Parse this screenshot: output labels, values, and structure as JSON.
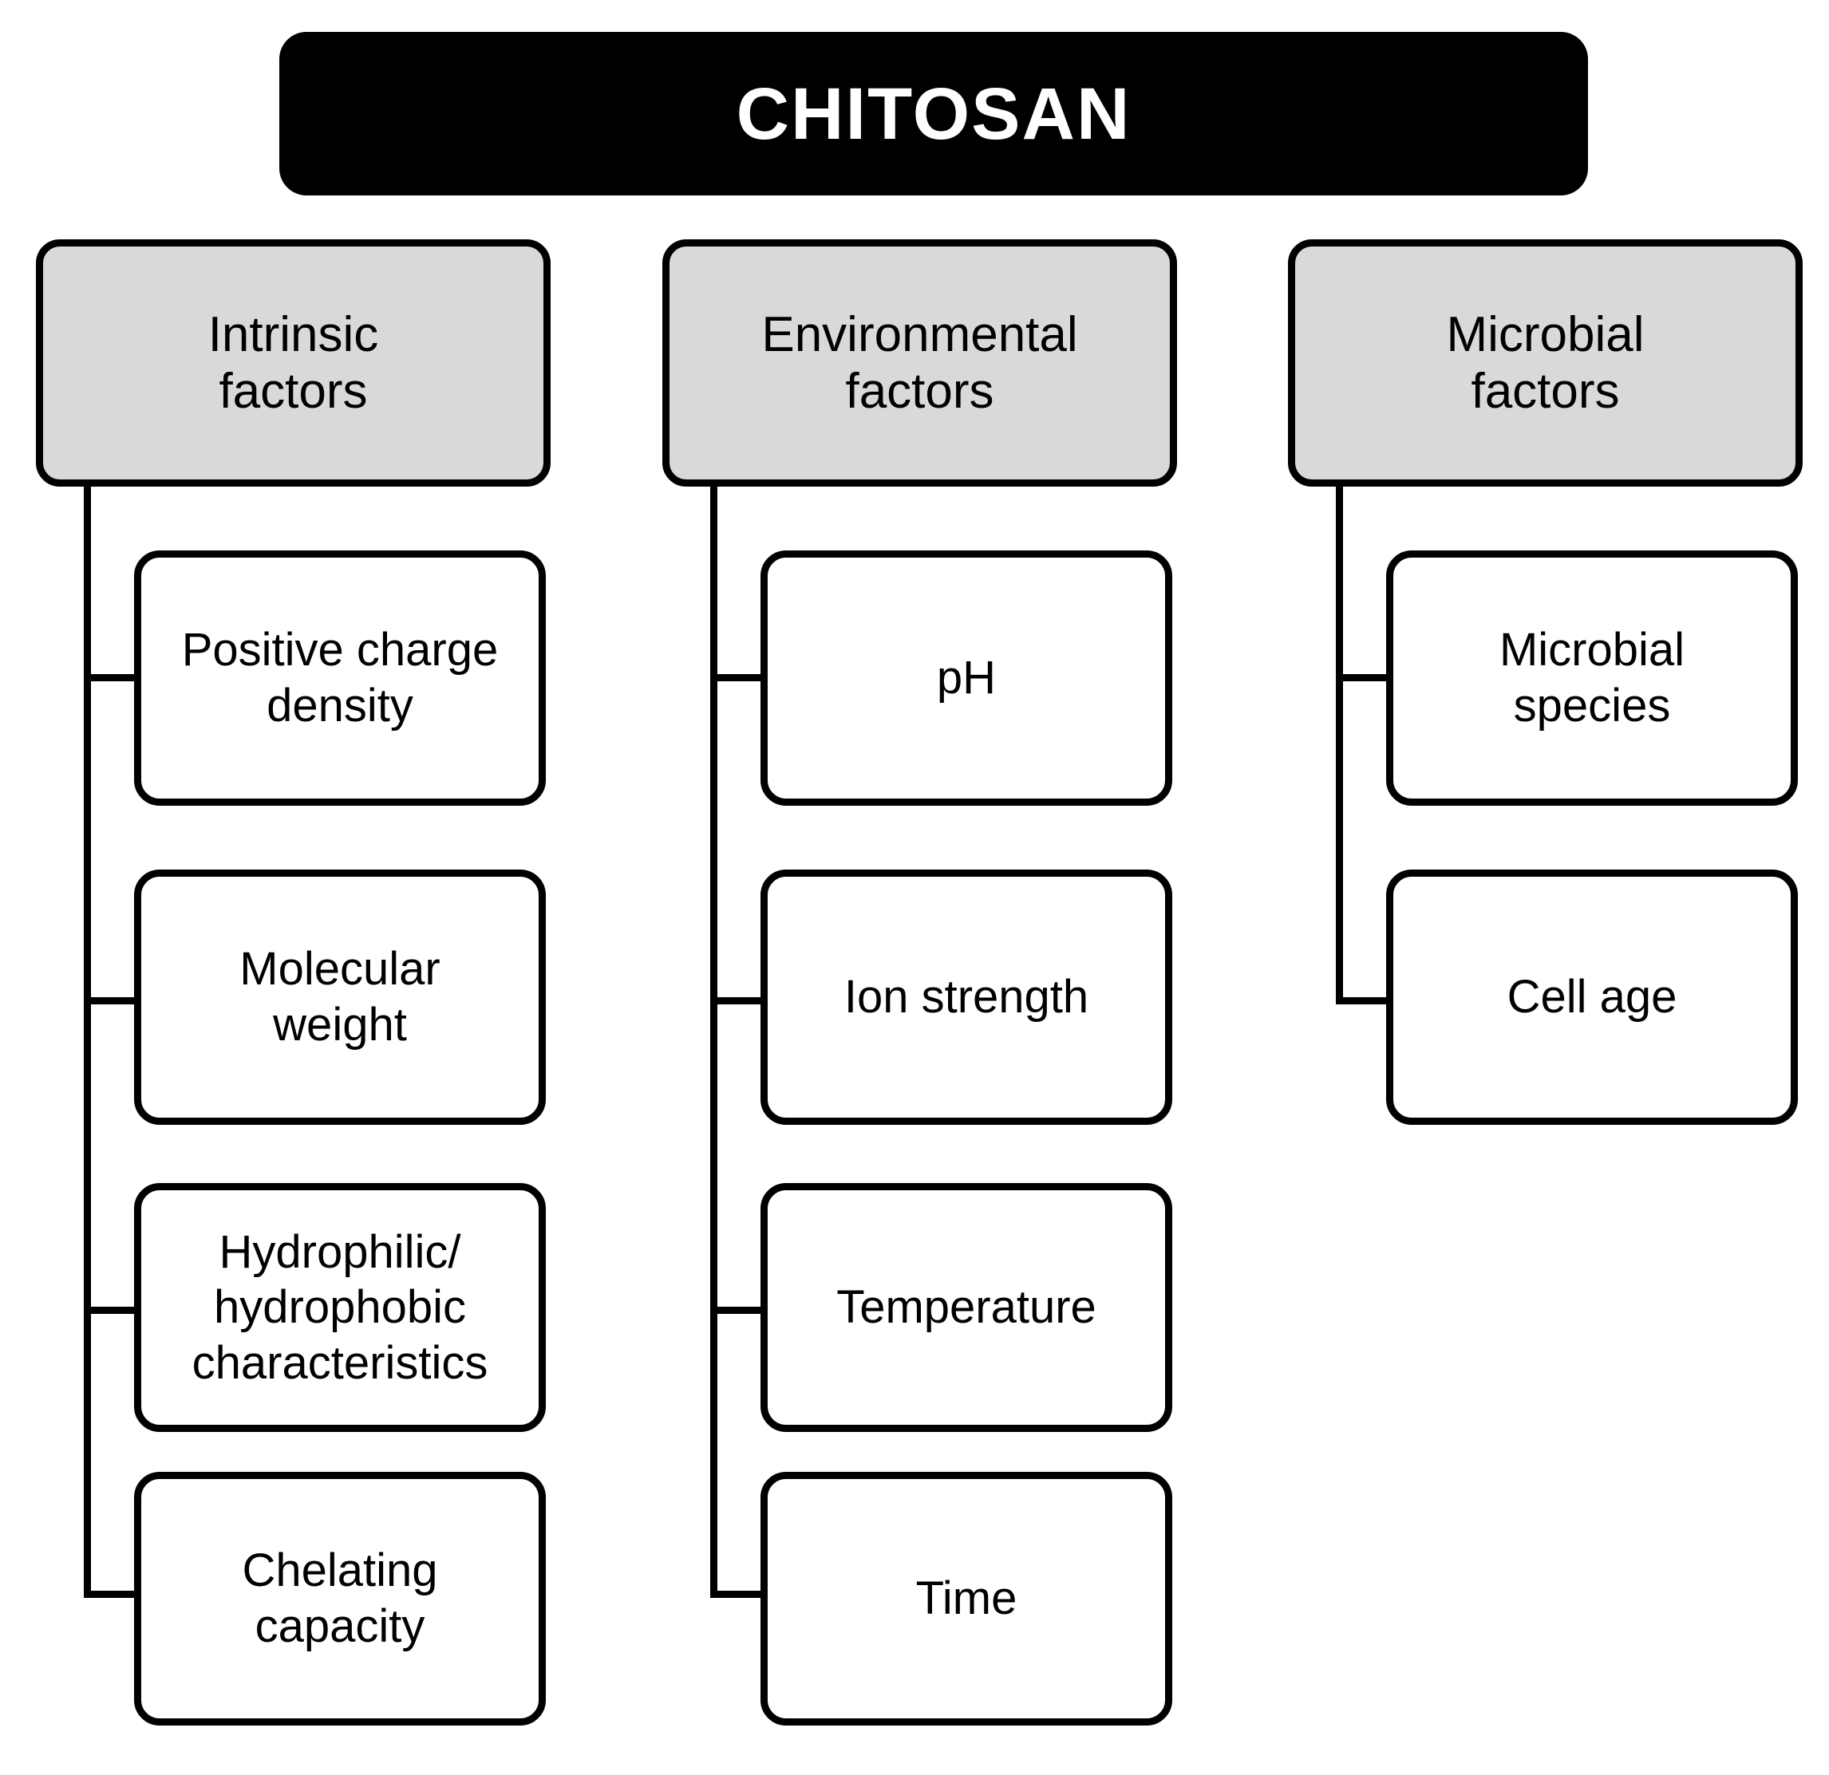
{
  "diagram": {
    "title": "CHITOSAN",
    "columns": [
      {
        "header": {
          "line1": "Intrinsic",
          "line2": "factors"
        },
        "items": [
          {
            "line1": "Positive charge",
            "line2": "density"
          },
          {
            "line1": "Molecular",
            "line2": "weight"
          },
          {
            "line1": "Hydrophilic/",
            "line2": "hydrophobic",
            "line3": "characteristics"
          },
          {
            "line1": "Chelating",
            "line2": "capacity"
          }
        ]
      },
      {
        "header": {
          "line1": "Environmental",
          "line2": "factors"
        },
        "items": [
          {
            "line1": "pH"
          },
          {
            "line1": "Ion strength"
          },
          {
            "line1": "Temperature"
          },
          {
            "line1": "Time"
          }
        ]
      },
      {
        "header": {
          "line1": "Microbial",
          "line2": "factors"
        },
        "items": [
          {
            "line1": "Microbial",
            "line2": "species"
          },
          {
            "line1": "Cell age"
          }
        ]
      }
    ],
    "colors": {
      "banner_background": "#000000",
      "banner_text": "#ffffff",
      "category_fill": "#d9d9d9",
      "leaf_fill": "#ffffff",
      "stroke": "#000000",
      "page_background": "#ffffff"
    }
  }
}
